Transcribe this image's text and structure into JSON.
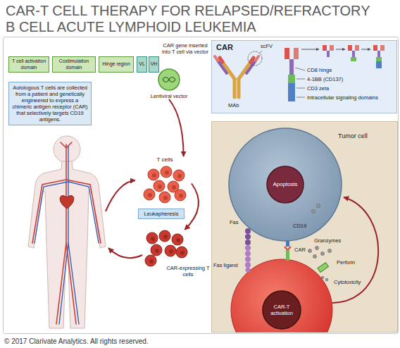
{
  "diagram": {
    "title": "CAR-T CELL THERAPY FOR RELAPSED/REFRACTORY B CELL ACUTE LYMPHOID LEUKEMIA",
    "nodes": [
      {
        "text": [
          "T cell activation domain"
        ]
      },
      {
        "text": [
          "Costimulation domain"
        ]
      },
      {
        "text": [
          "Hinge region"
        ]
      },
      {
        "text": [
          "VL"
        ]
      },
      {
        "text": [
          "VH"
        ]
      },
      {
        "text": [
          "Autologous T cells are collected from a patient and genetically engineered to express a chimeric antigen receptor (CAR) that selectively targets CD19 antigens."
        ]
      },
      {
        "text": [
          "CAR"
        ]
      },
      {
        "text": [
          "Lentiviral vector"
        ]
      },
      {
        "text": [
          "T cells"
        ]
      },
      {
        "text": [
          "Leukapheresis"
        ]
      },
      {
        "text": [
          "CAR-expressing T cells"
        ]
      },
      {
        "text": [
          "Tumor cell"
        ]
      },
      {
        "text": [
          "Apoptosis"
        ],
        "in": 11
      },
      {
        "text": [
          "CAR-T activation"
        ]
      }
    ],
    "edges": [
      {
        "from": 7,
        "to": 8,
        "arrow": "to"
      },
      {
        "from": 8,
        "to": 10,
        "arrow": "to"
      }
    ],
    "labels": [
      "CAR gene inserted into T cell via vector",
      "scFV",
      "MAb",
      "CD8 hinge",
      "4-1BB (CD137)",
      "CD3 zeta",
      "Intracellular signaling domains",
      "Fas",
      "CD19",
      "Granzymes",
      "CAR",
      "Perforin",
      "Fas ligand",
      "Cytotoxicity",
      "© 2017 Clarivate Analytics. All rights reserved."
    ]
  }
}
